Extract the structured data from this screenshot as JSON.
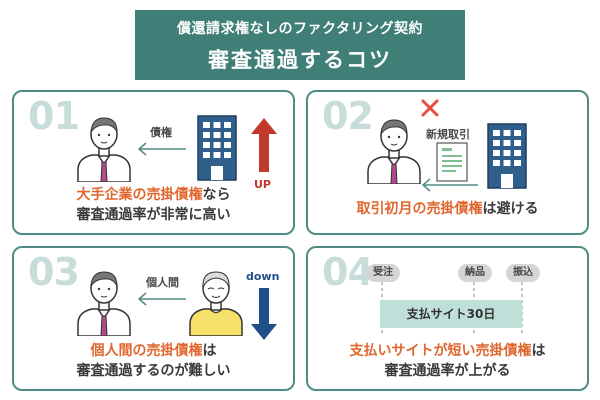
{
  "title": {
    "line1": "償還請求権なしのファクタリング契約",
    "line2": "審査通過するコツ"
  },
  "cards": [
    {
      "number": "01",
      "arrow_label": "債権",
      "direction_label": "UP",
      "caption_line1_highlight": "大手企業の売掛債権",
      "caption_line1_rest": "なら",
      "caption_line2": "審査通過率が非常に高い"
    },
    {
      "number": "02",
      "arrow_label": "新規取引",
      "caption_line1_highlight": "取引初月の売掛債権",
      "caption_line1_rest": "は避ける"
    },
    {
      "number": "03",
      "arrow_label": "個人間",
      "direction_label": "down",
      "caption_line1_highlight": "個人間の売掛債権",
      "caption_line1_rest": "は",
      "caption_line2": "審査通過するのが難しい"
    },
    {
      "number": "04",
      "timeline": {
        "start": "受注",
        "delivery": "納品",
        "payment": "振込",
        "bar_label": "支払サイト30日"
      },
      "caption_line1_highlight": "支払いサイトが短い売掛債権",
      "caption_line1_rest": "は",
      "caption_line2": "審査通過率が上がる"
    }
  ],
  "colors": {
    "banner": "#3f7f78",
    "border": "#4f8c84",
    "highlight": "#e0662e",
    "up_arrow": "#c0392b",
    "down_arrow": "#1f4f86",
    "cross": "#e74c3c",
    "building": "#2f5f8a",
    "timeline_bar": "#bfe0d9"
  }
}
